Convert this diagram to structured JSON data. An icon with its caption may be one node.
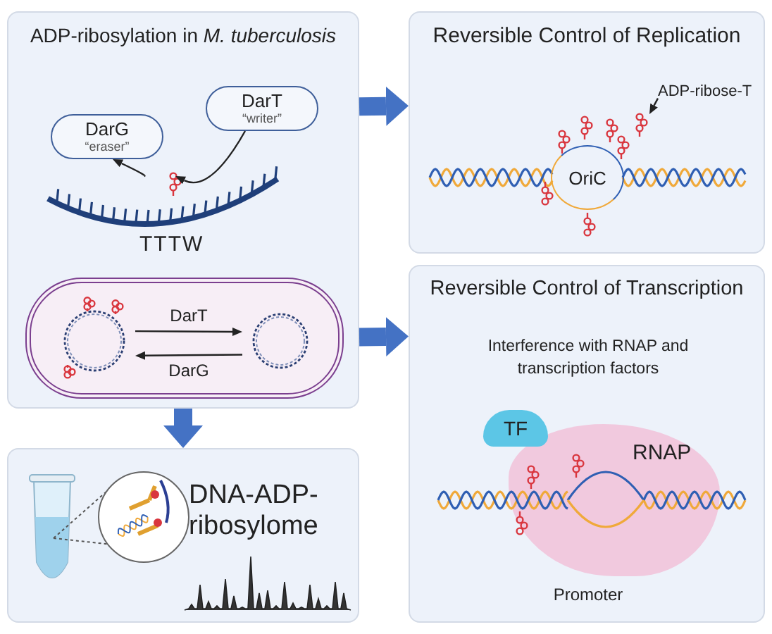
{
  "diagram": {
    "nodes": [
      {
        "text": [
          "ADP-ribosylation in *M. tuberculosis*"
        ]
      },
      {
        "text": [
          "DarG",
          "“eraser”"
        ],
        "in": 0
      },
      {
        "text": [
          "DarT",
          "“writer”"
        ],
        "in": 0
      },
      {
        "text": [],
        "shape": "picture",
        "beside": [
          "TTTW"
        ],
        "in": 0
      },
      {
        "text": [],
        "shape": "box",
        "in": 0
      },
      {
        "text": [],
        "shape": "picture",
        "in": 4
      },
      {
        "text": [],
        "shape": "picture",
        "in": 4
      },
      {
        "text": [
          "Reversible Control of Replication"
        ]
      },
      {
        "text": [
          "OriC"
        ],
        "in": 7
      },
      {
        "text": [
          "ADP-ribose-T"
        ],
        "in": 7
      },
      {
        "text": [],
        "shape": "picture",
        "in": 7
      },
      {
        "text": [
          "Reversible Control of Transcription"
        ]
      },
      {
        "text": [
          "TF"
        ],
        "in": 11
      },
      {
        "text": [
          "RNAP"
        ],
        "in": 11
      },
      {
        "text": [
          "DNA-ADP-ribosylome"
        ]
      }
    ],
    "edges": [
      {
        "from": 2,
        "to": 3,
        "arrow": "to"
      },
      {
        "from": 3,
        "to": 1,
        "arrow": "to"
      },
      {
        "from": 5,
        "to": 6,
        "arrow": "to",
        "label": "DarT"
      },
      {
        "from": 6,
        "to": 5,
        "arrow": "to",
        "label": "DarG"
      },
      {
        "from": 9,
        "to": 10,
        "arrow": "to"
      },
      {
        "from": 0,
        "to": 7,
        "arrow": "to",
        "style": "thick",
        "color": "#4472c4"
      },
      {
        "from": 0,
        "to": 11,
        "arrow": "to",
        "style": "thick",
        "color": "#4472c4"
      },
      {
        "from": 0,
        "to": 14,
        "arrow": "to",
        "style": "thick",
        "color": "#4472c4"
      }
    ],
    "labels": [
      "Interference with RNAP and transcription factors",
      "Promoter"
    ]
  }
}
